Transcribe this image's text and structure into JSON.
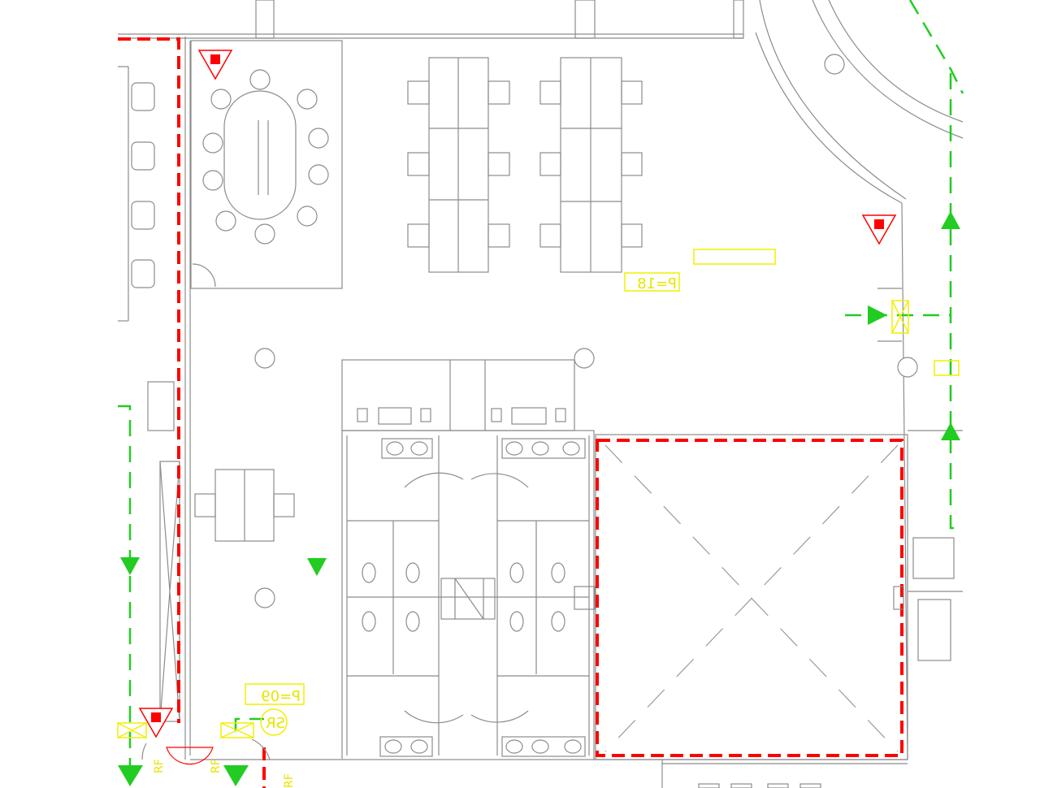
{
  "labels": {
    "occupancy_office": "P=18",
    "occupancy_lobby": "P=09",
    "sr_symbol": "SR",
    "rf_1": "RF",
    "rf_2": "RF",
    "rf_3": "RF"
  },
  "colors": {
    "walls": "#8c8c8c",
    "fire_rated_line": "#ff0000",
    "egress_route": "#22cc22",
    "annotation": "#f0f000"
  },
  "icons": [
    "fire-extinguisher-triangle-icon",
    "egress-arrow-icon",
    "door-swing-icon"
  ]
}
